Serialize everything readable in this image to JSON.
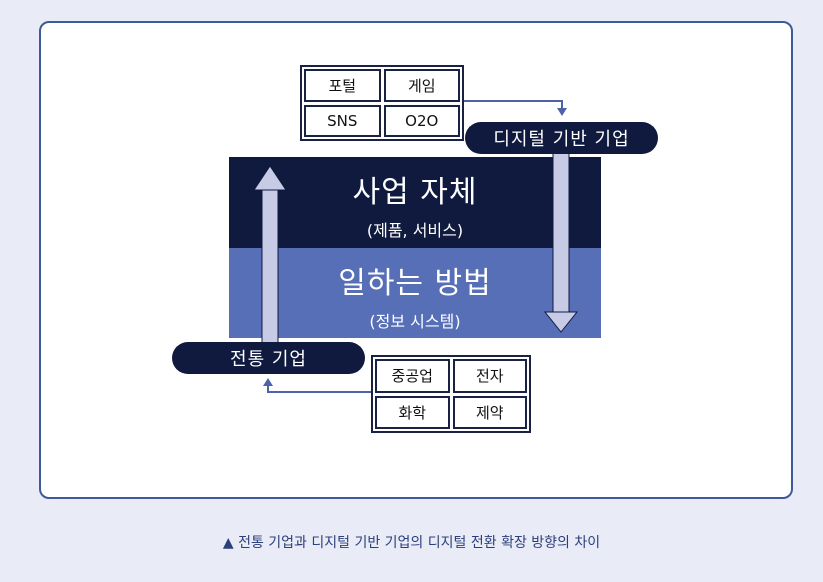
{
  "digital_grid": {
    "cells": [
      "포털",
      "게임",
      "SNS",
      "O2O"
    ]
  },
  "traditional_grid": {
    "cells": [
      "중공업",
      "전자",
      "화학",
      "제약"
    ]
  },
  "digital_pill": "디지털 기반 기업",
  "traditional_pill": "전통 기업",
  "block_top": {
    "title": "사업 자체",
    "subtitle": "(제품, 서비스)"
  },
  "block_bottom": {
    "title": "일하는 방법",
    "subtitle": "(정보 시스템)"
  },
  "caption": "▲ 전통 기업과 디지털 기반 기업의 디지털 전환 확장 방향의 차이",
  "colors": {
    "navy": "#0f1a3e",
    "blue": "#566fb6",
    "outline": "#3f5a9a",
    "arrow": "#c7cbe6"
  }
}
